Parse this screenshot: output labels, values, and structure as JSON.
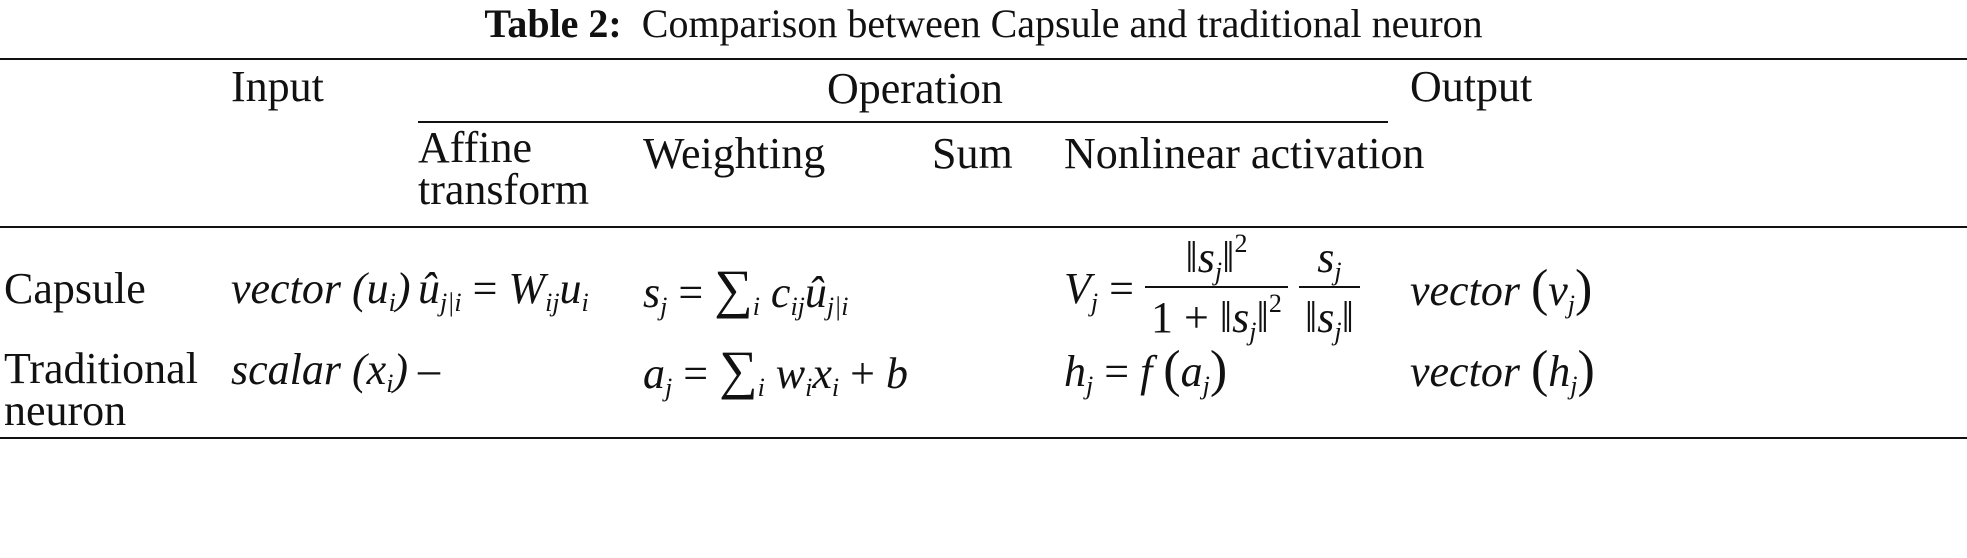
{
  "caption": {
    "label": "Table 2:",
    "text": "Comparison between Capsule and traditional neuron"
  },
  "headers": {
    "input": "Input",
    "operation": "Operation",
    "output": "Output",
    "affine_line1": "Affine",
    "affine_line2": "transform",
    "weighting": "Weighting",
    "sum": "Sum",
    "nonlinear": "Nonlinear activation"
  },
  "rows": [
    {
      "name": "Capsule",
      "input_word": "vector",
      "input_var": "u",
      "input_sub": "i",
      "affine": "û_{j|i} = W_{ij} u_i",
      "weighting": "s_j = Σ_i c_{ij} û_{j|i}",
      "sum": "",
      "nonlinear": "V_j = (‖s_j‖² / (1 + ‖s_j‖²)) · (s_j / ‖s_j‖)",
      "output_word": "vector",
      "output_var": "v",
      "output_sub": "j"
    },
    {
      "name_line1": "Traditional",
      "name_line2": "neuron",
      "input_word": "scalar",
      "input_var": "x",
      "input_sub": "i",
      "affine": "–",
      "weighting": "a_j = Σ_i w_i x_i + b",
      "sum": "",
      "nonlinear": "h_j = f(a_j)",
      "output_word": "vector",
      "output_var": "h",
      "output_sub": "j"
    }
  ]
}
